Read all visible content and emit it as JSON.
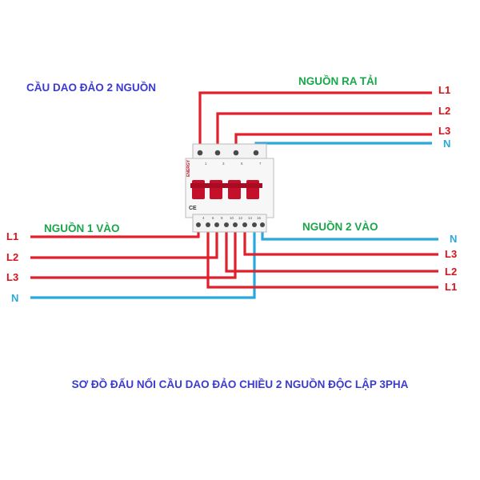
{
  "titles": {
    "top_left": "CẦU DAO ĐẢO 2 NGUỒN",
    "output": "NGUỒN RA TẢI",
    "source1": "NGUỒN 1 VÀO",
    "source2": "NGUỒN 2 VÀO",
    "caption": "SƠ ĐỒ ĐẤU NỐI CẦU DAO ĐẢO CHIỀU 2 NGUỒN ĐỘC LẬP 3PHA"
  },
  "output_lines": [
    "L1",
    "L2",
    "L3",
    "N"
  ],
  "source1_lines": [
    "L1",
    "L2",
    "L3",
    "N"
  ],
  "source2_lines": [
    "N",
    "L3",
    "L2",
    "L1"
  ],
  "device": {
    "brand": "ENERGY",
    "mark": "CE",
    "top_terminals": [
      "1",
      "3",
      "5",
      "7"
    ],
    "bottom_terminals": [
      "4",
      "6",
      "8",
      "10",
      "12",
      "14",
      "16"
    ]
  },
  "colors": {
    "phase": "#e0202a",
    "neutral": "#2aa8dc",
    "title_blue": "#3b3bd0",
    "title_green": "#1aa64a",
    "label_red": "#d8121a",
    "label_blue": "#2aa8dc",
    "handle_red": "#c4102a"
  }
}
